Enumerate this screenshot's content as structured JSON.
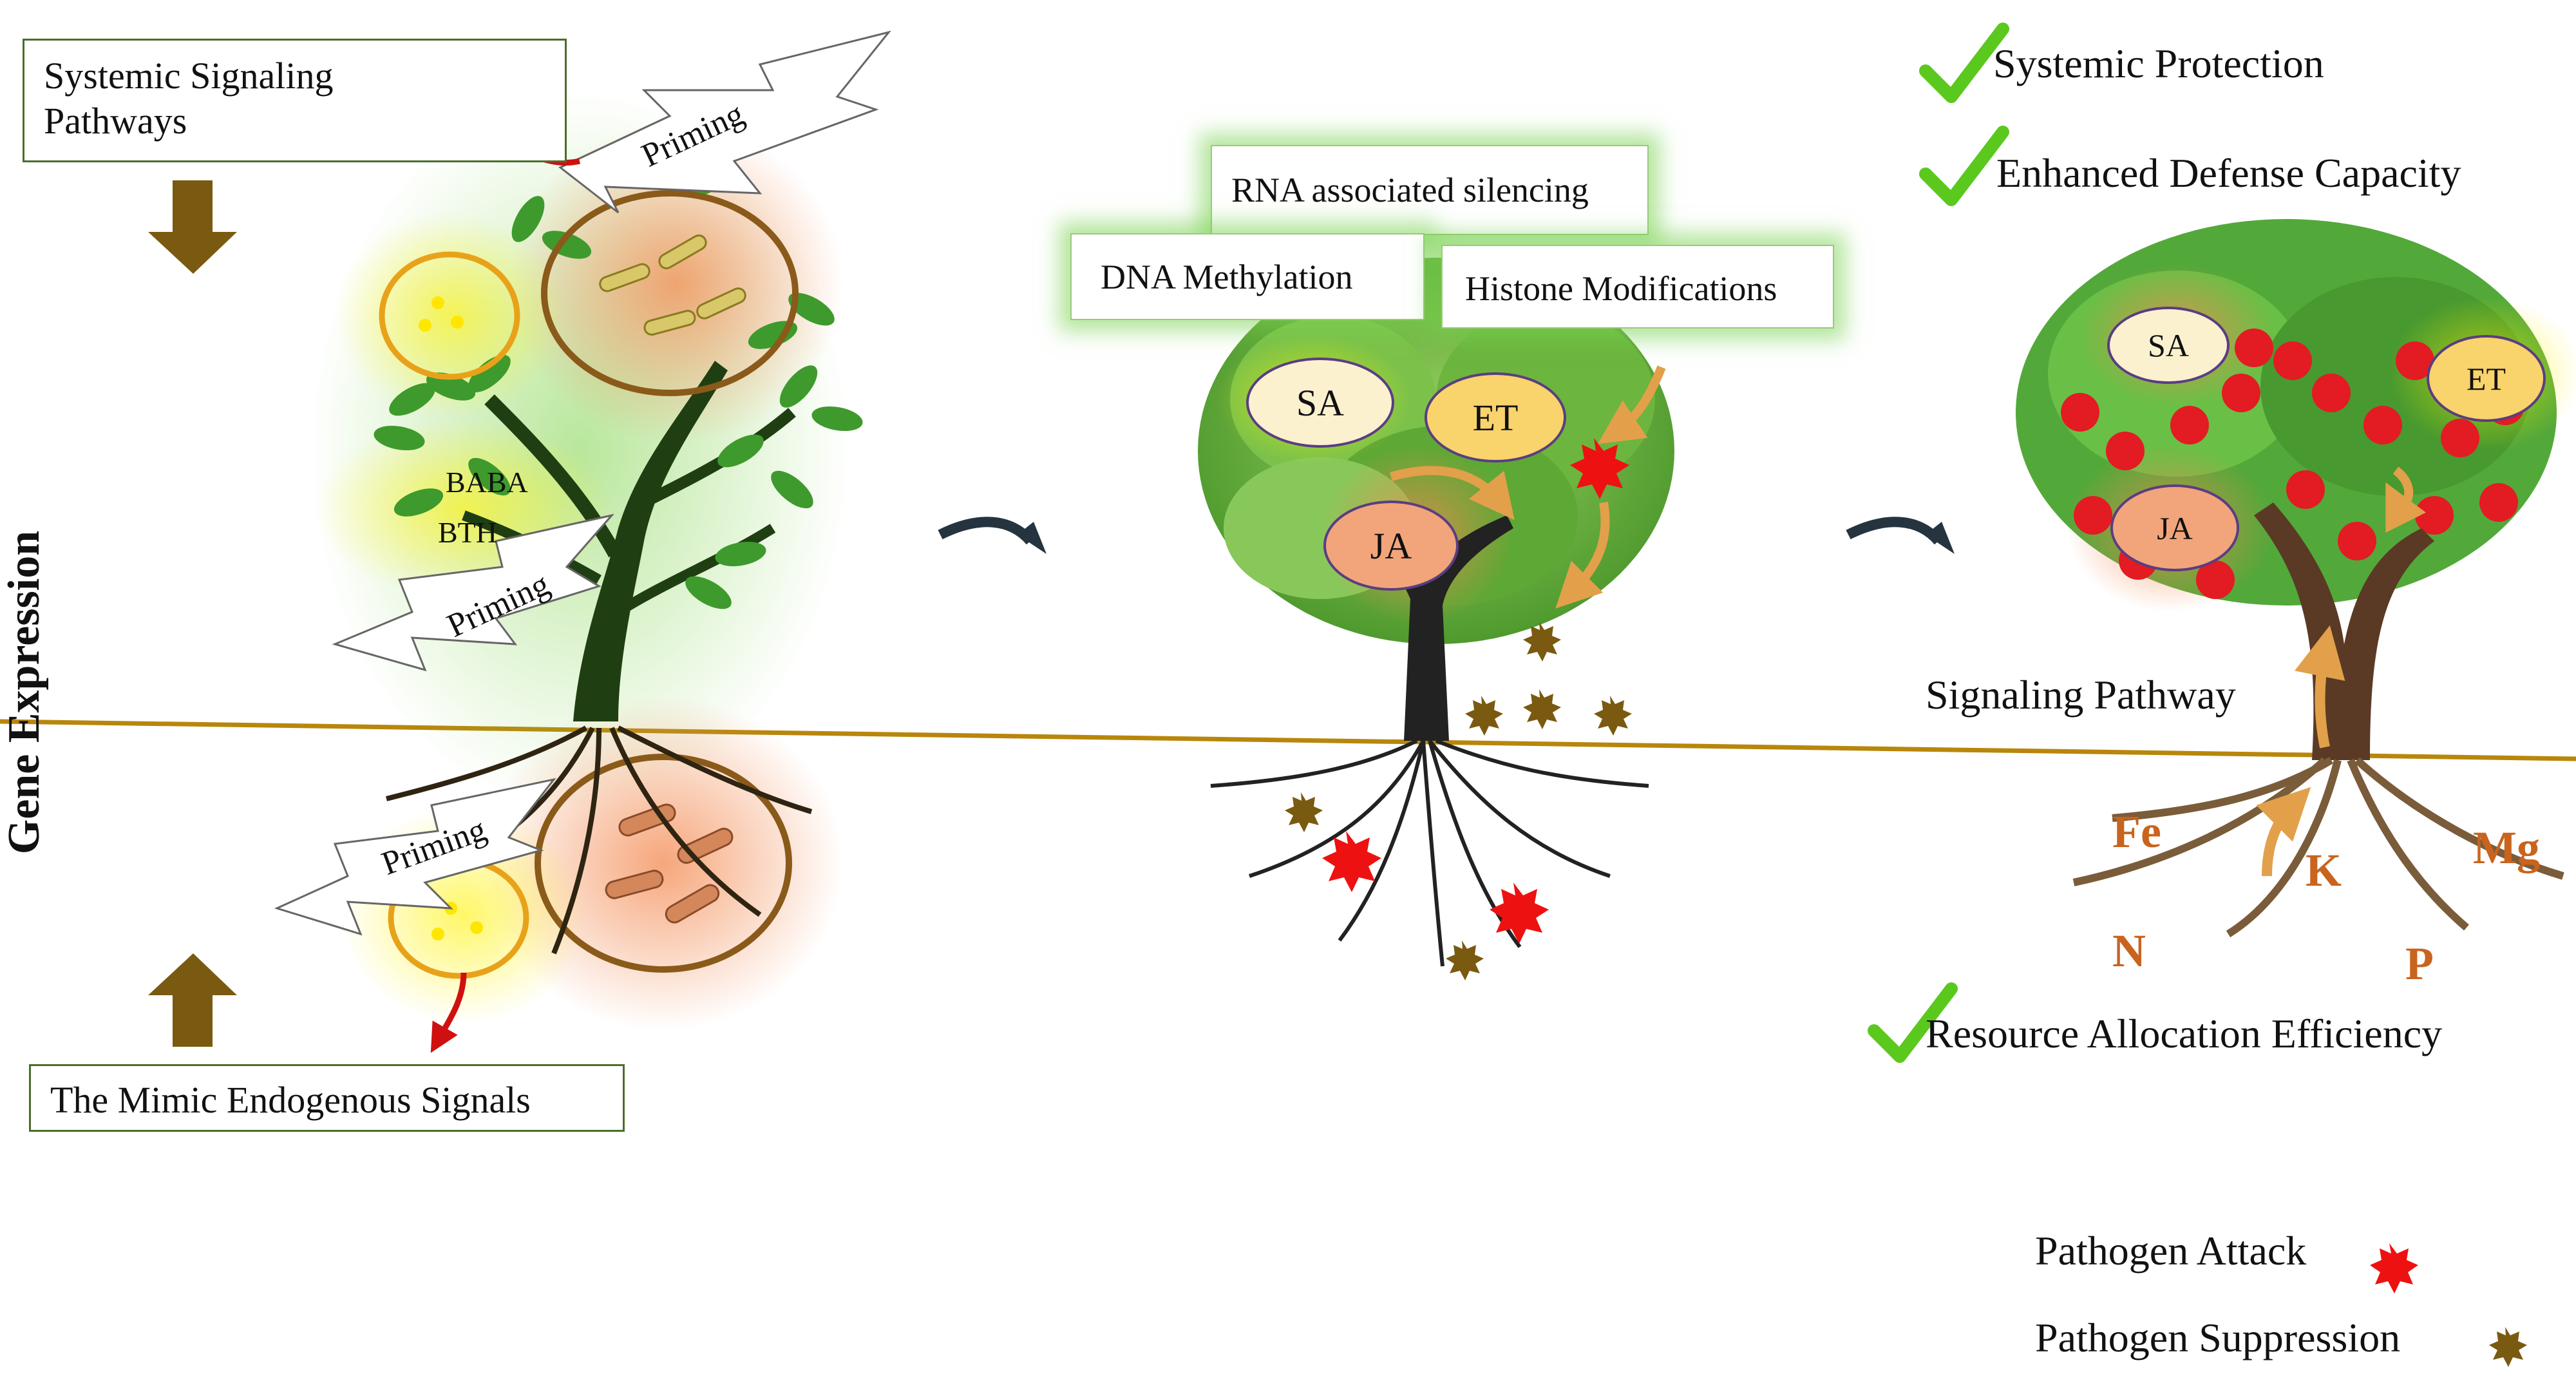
{
  "left_panel": {
    "systemic_signaling": "Systemic Signaling\nPathways",
    "mimic_signals": "The Mimic Endogenous Signals",
    "gene_expression": "Gene Expression",
    "baba": "BABA",
    "bth": "BTH",
    "priming_labels": [
      "Priming",
      "Priming",
      "Priming"
    ]
  },
  "middle_panel": {
    "rna_silencing": "RNA associated silencing",
    "dna_methylation": "DNA Methylation",
    "histone_modifications": "Histone Modifications",
    "sa": "SA",
    "et": "ET",
    "ja": "JA"
  },
  "right_panel": {
    "benefits": [
      "Systemic Protection",
      "Enhanced Defense Capacity"
    ],
    "resource_allocation": "Resource Allocation Efficiency",
    "signaling_pathway": "Signaling Pathway",
    "sa": "SA",
    "et": "ET",
    "ja": "JA",
    "nutrients": [
      "Fe",
      "K",
      "Mg",
      "N",
      "P"
    ]
  },
  "legend": {
    "pathogen_attack": "Pathogen Attack",
    "pathogen_suppression": "Pathogen Suppression"
  },
  "colors": {
    "ground_line": "#b8860b",
    "box_border": "#4a6e2a",
    "oval_border": "#5a3d82",
    "sa_fill": "#fbf1cf",
    "et_fill": "#f9d36b",
    "ja_fill": "#f2a57a",
    "pathogen_attack": "#ee1111",
    "pathogen_suppression": "#7a5a10",
    "check": "#5bc81e",
    "nutrient_text": "#c8641e"
  }
}
